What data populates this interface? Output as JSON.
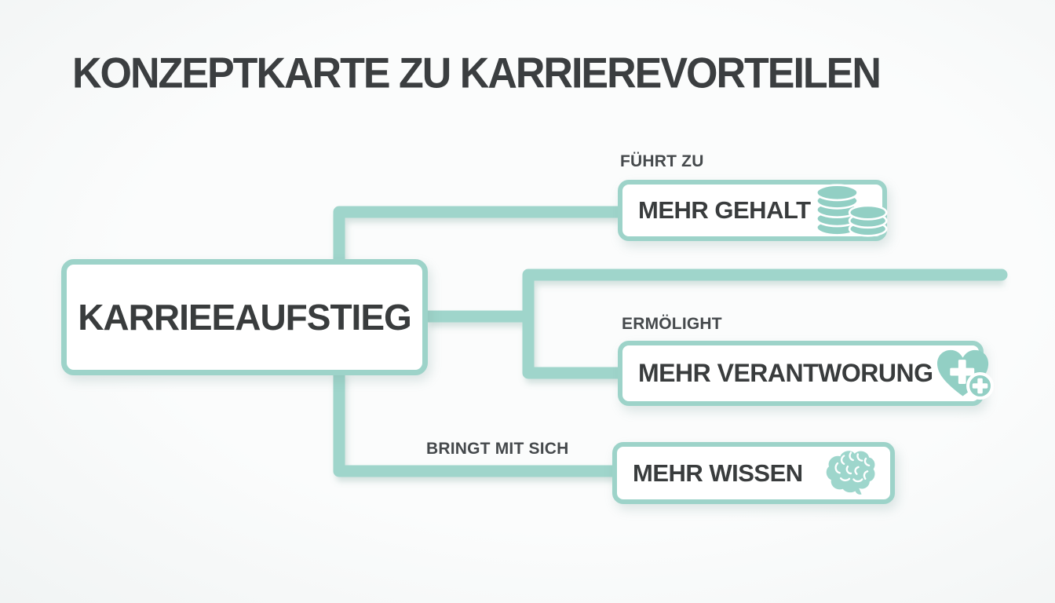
{
  "title": "KONZEPTKARTE ZU KARRIEREVORTEILEN",
  "central_node": {
    "label": "KARRIEEAUFSTIEG"
  },
  "branches": [
    {
      "edge_label": "FÜHRT ZU",
      "node_label": "MEHR GEHALT",
      "icon": "coins-icon"
    },
    {
      "edge_label": "ERMÖLIGHT",
      "node_label": "MEHR VERANTWORUNG",
      "icon": "heart-plus-icon"
    },
    {
      "edge_label": "BRINGT MIT SICH",
      "node_label": "MEHR WISSEN",
      "icon": "brain-icon"
    }
  ],
  "colors": {
    "teal_line": "#9fd5cb",
    "teal_icon": "#92cfc4",
    "box_border": "#9dd3c9",
    "text_dark": "#393c3d",
    "label_gray": "#45494c",
    "background": "#f6f8f8",
    "box_bg": "#ffffff"
  }
}
